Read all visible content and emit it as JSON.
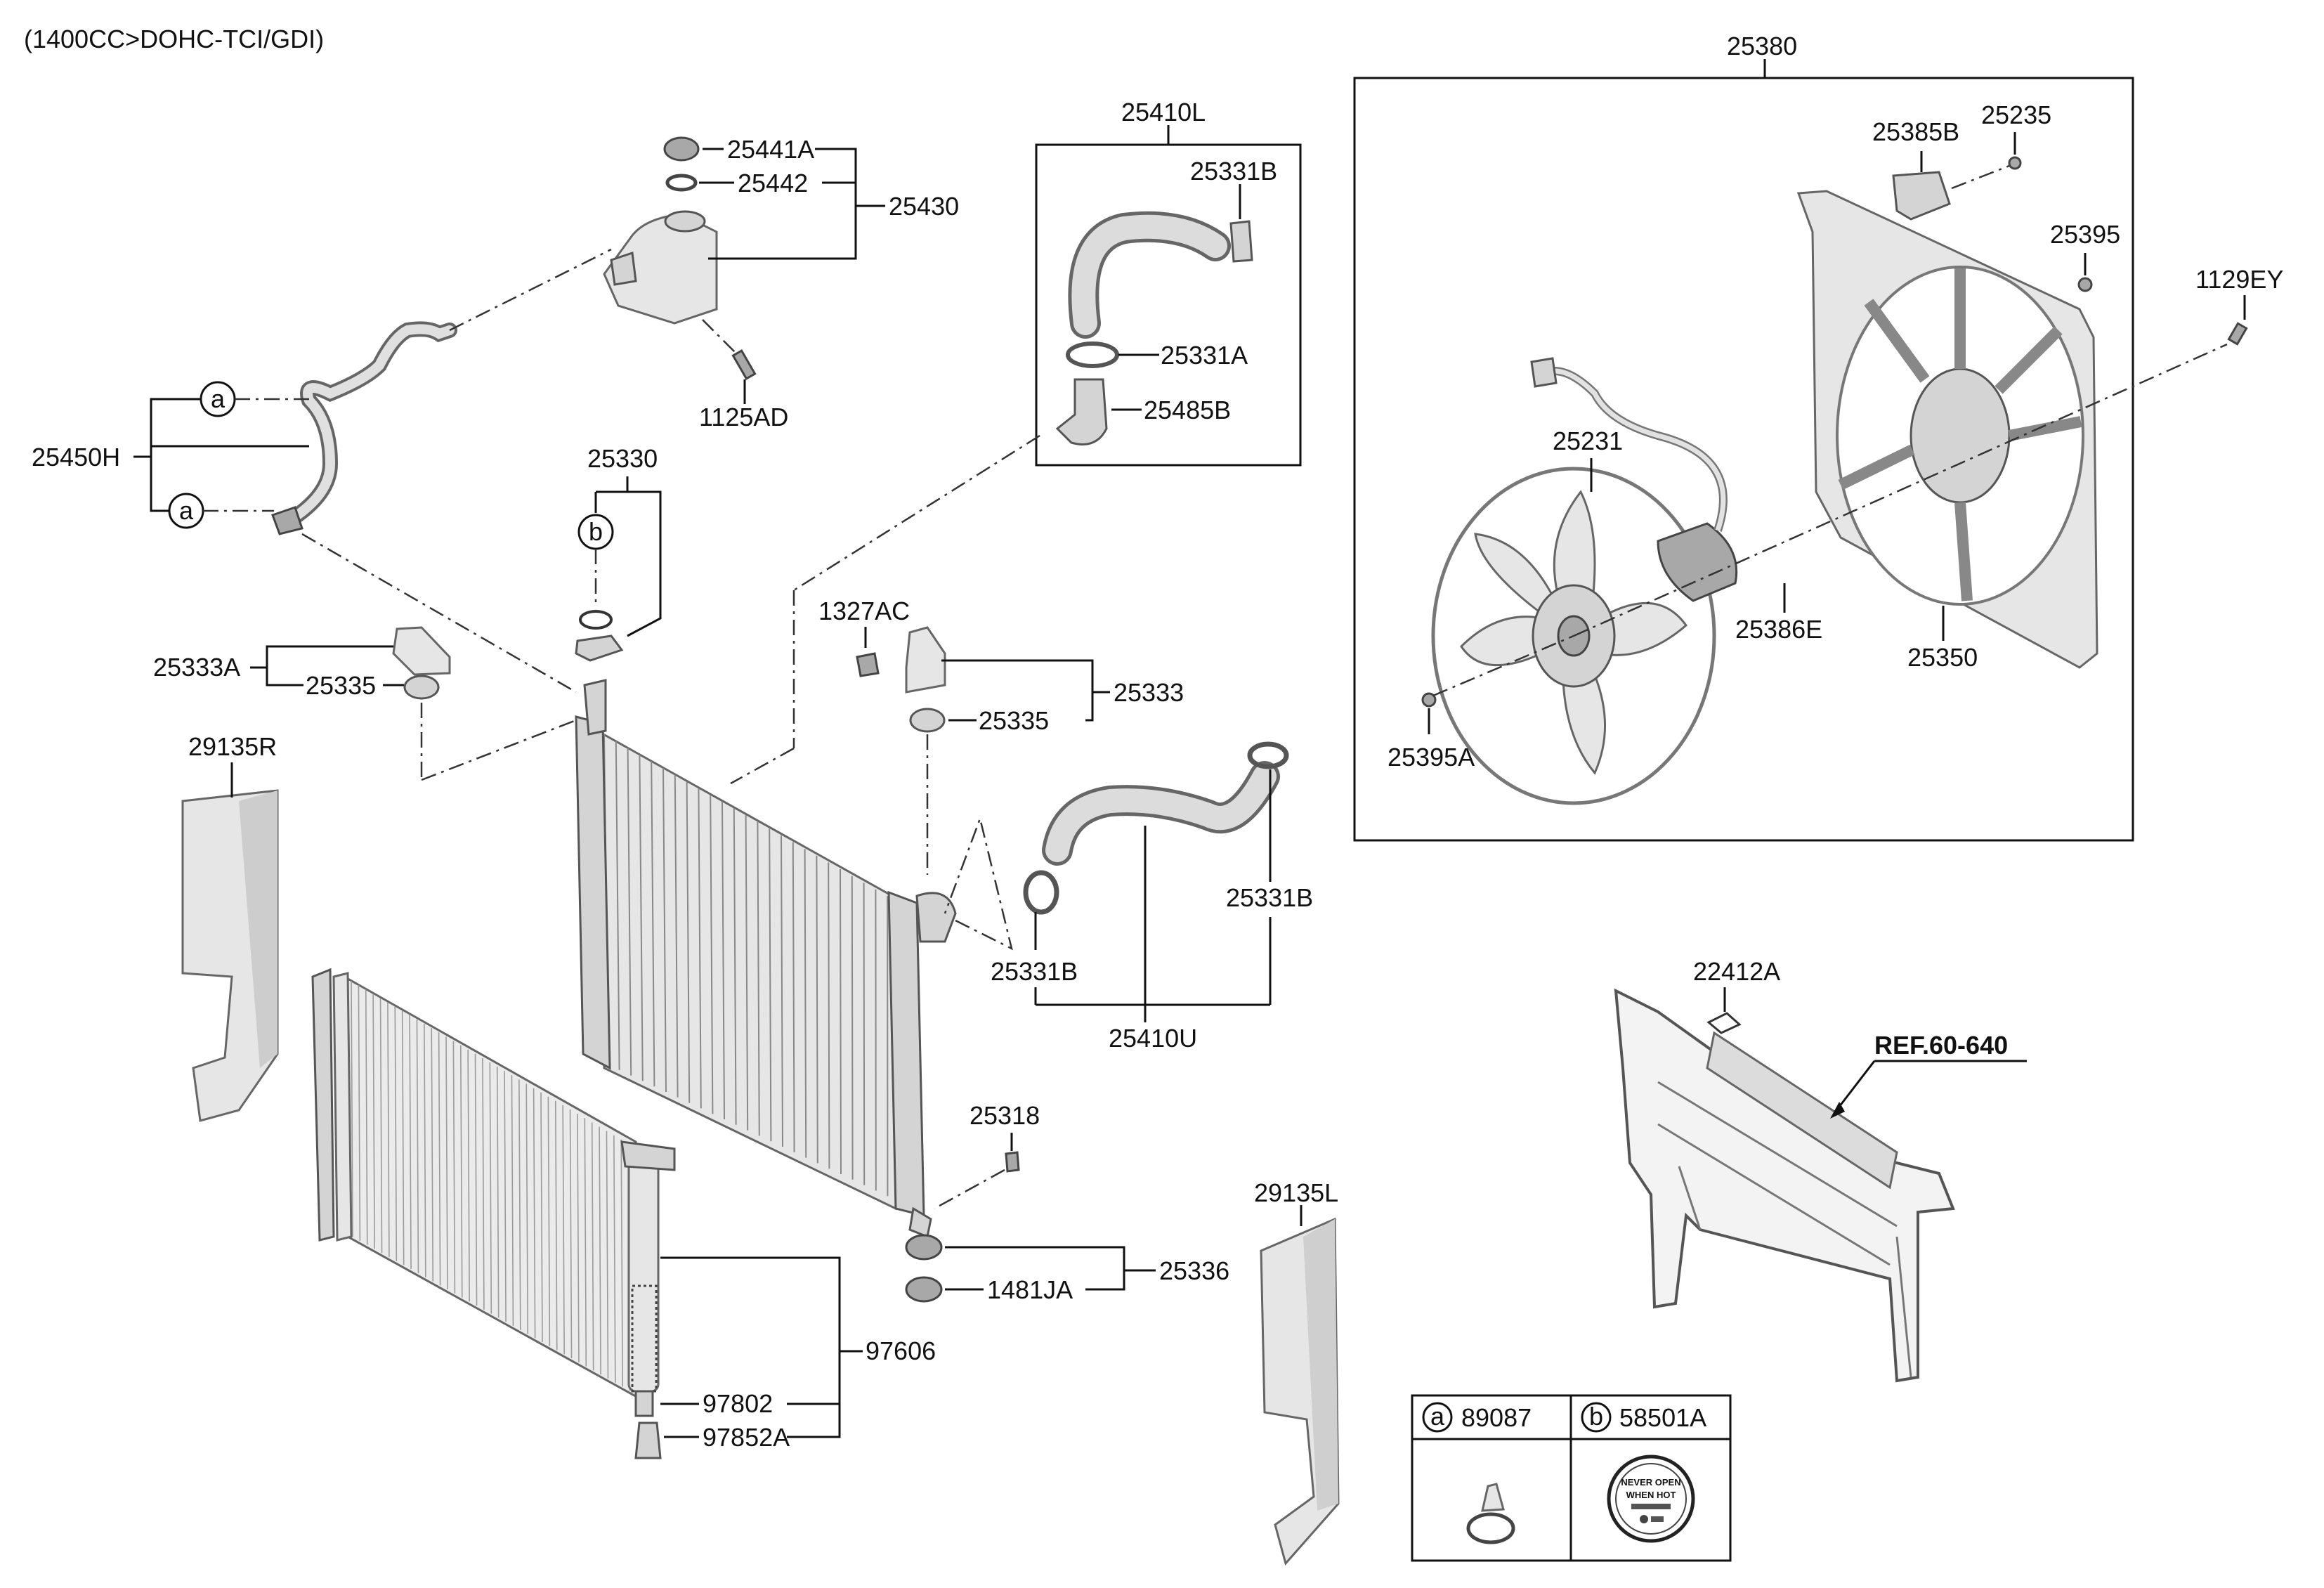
{
  "engine_spec": "(1400CC>DOHC-TCI/GDI)",
  "reference": "REF.60-640",
  "callouts": {
    "a": "a",
    "b": "b"
  },
  "parts": {
    "p25380": "25380",
    "p25385B": "25385B",
    "p25235": "25235",
    "p25395": "25395",
    "p1129EY": "1129EY",
    "p25231": "25231",
    "p25386E": "25386E",
    "p25350": "25350",
    "p25395A": "25395A",
    "p25410L": "25410L",
    "p25331B_top": "25331B",
    "p25331A": "25331A",
    "p25485B": "25485B",
    "p25441A": "25441A",
    "p25442": "25442",
    "p25430": "25430",
    "p1125AD": "1125AD",
    "p25450H": "25450H",
    "p25330": "25330",
    "p25333A": "25333A",
    "p25335_left": "25335",
    "p1327AC": "1327AC",
    "p25333": "25333",
    "p25335_right": "25335",
    "p29135R": "29135R",
    "p25331B_right": "25331B",
    "p25331B_left": "25331B",
    "p25410U": "25410U",
    "p25318": "25318",
    "p25336": "25336",
    "p1481JA": "1481JA",
    "p97606": "97606",
    "p97802": "97802",
    "p97852A": "97852A",
    "p29135L": "29135L",
    "p22412A": "22412A"
  },
  "legend": {
    "a_letter": "a",
    "a_part": "89087",
    "b_letter": "b",
    "b_part": "58501A",
    "cap_text": [
      "NEVER OPEN",
      "WHEN HOT"
    ]
  }
}
